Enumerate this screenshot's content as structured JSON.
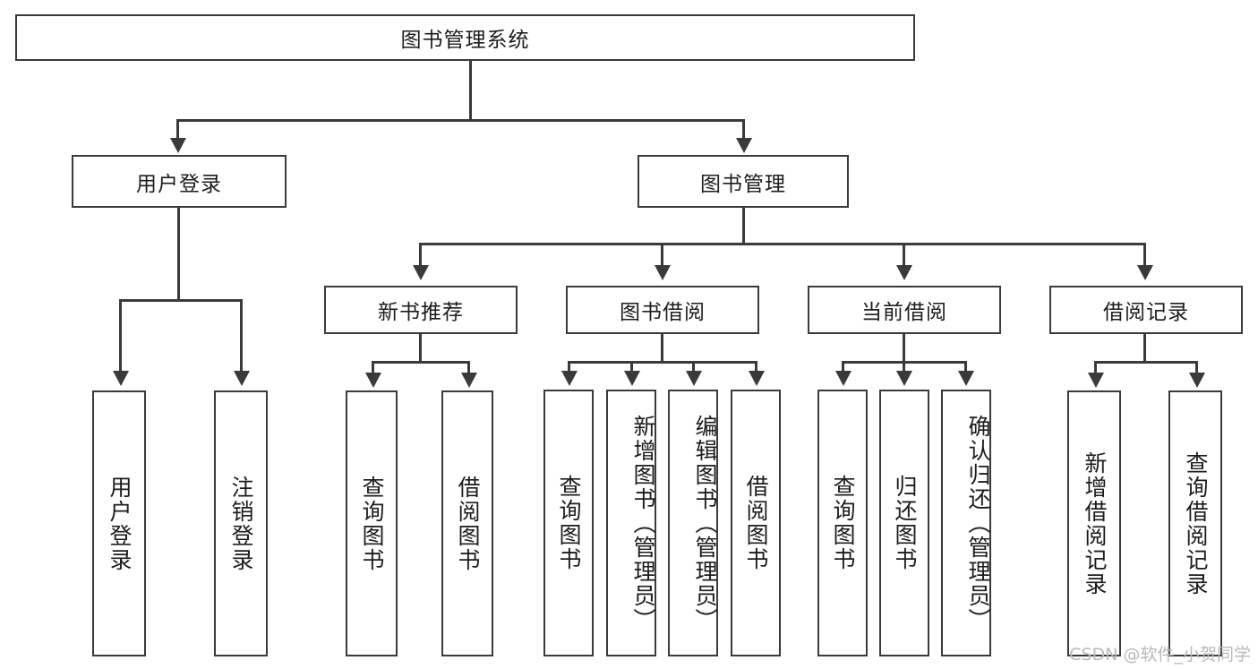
{
  "diagram": {
    "title": "图书管理系统",
    "root": {
      "label": "图书管理系统"
    },
    "level2": [
      {
        "label": "用户登录"
      },
      {
        "label": "图书管理"
      }
    ],
    "level3": [
      {
        "label": "新书推荐"
      },
      {
        "label": "图书借阅"
      },
      {
        "label": "当前借阅"
      },
      {
        "label": "借阅记录"
      }
    ],
    "leaves": {
      "user_login": [
        {
          "label": "用户登录"
        },
        {
          "label": "注销登录"
        }
      ],
      "new_book_recommend": [
        {
          "label": "查询图书"
        },
        {
          "label": "借阅图书"
        }
      ],
      "book_borrow": [
        {
          "label": "查询图书"
        },
        {
          "label": "新增图书（管理员）"
        },
        {
          "label": "编辑图书（管理员）"
        },
        {
          "label": "借阅图书"
        }
      ],
      "current_borrow": [
        {
          "label": "查询图书"
        },
        {
          "label": "归还图书"
        },
        {
          "label": "确认归还（管理员）"
        }
      ],
      "borrow_record": [
        {
          "label": "新增借阅记录"
        },
        {
          "label": "查询借阅记录"
        }
      ]
    }
  },
  "watermark": {
    "text": "CSDN @软件_小贺同学"
  },
  "colors": {
    "stroke": "#3a3a3a",
    "background": "#ffffff",
    "text": "#1c1c1c",
    "watermark": "#b9b9b9"
  }
}
